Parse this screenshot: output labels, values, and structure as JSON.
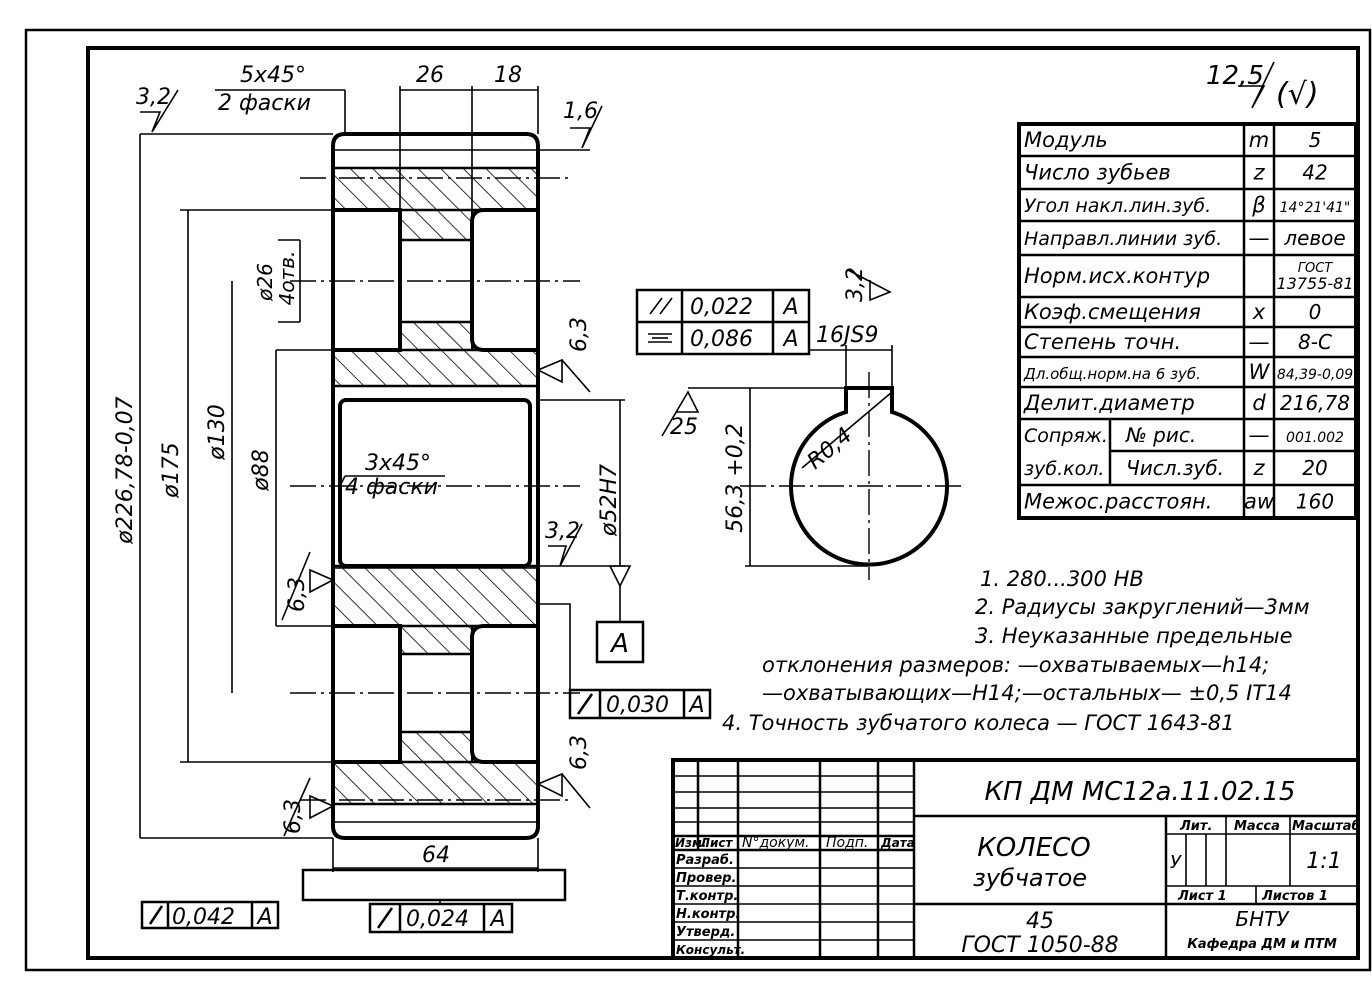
{
  "roughness": {
    "general": "12,5",
    "general_bracket": "(√)"
  },
  "view_left": {
    "chamfer_top_size": "5x45°",
    "chamfer_top_note": "2 фаски",
    "dim_26": "26",
    "dim_18": "18",
    "rough_3_2": "3,2",
    "rough_1_6": "1,6",
    "rough_6_3": "6,3",
    "d_226": "ø226,78-0,07",
    "d_175": "ø175",
    "d_130": "ø130",
    "d_88": "ø88",
    "d_26": "ø26",
    "holes": "4отв.",
    "chamfer_bore_size": "3x45°",
    "chamfer_bore_note": "4 фаски",
    "d_52": "ø52H7",
    "width_64": "64",
    "datum": "A",
    "tol_runout_1": "0,030",
    "tol_runout_2": "0,042",
    "tol_runout_3": "0,024"
  },
  "view_section": {
    "tol_parallel": "0,022",
    "tol_symmetry": "0,086",
    "datum": "A",
    "keyway": "16JS9",
    "rough_3_2": "3,2",
    "rough_25": "25",
    "dim_56": "56,3 +0,2",
    "radius": "R0,4"
  },
  "gear_params": [
    {
      "name": "Модуль",
      "sym": "m",
      "val": "5"
    },
    {
      "name": "Число зубьев",
      "sym": "z",
      "val": "42"
    },
    {
      "name": "Угол накл.лин.зуб.",
      "sym": "β",
      "val": "14°21'41\""
    },
    {
      "name": "Направл.линии зуб.",
      "sym": "—",
      "val": "левое"
    },
    {
      "name": "Норм.исх.контур",
      "sym": "",
      "val": "ГОСТ",
      "val2": "13755-81"
    },
    {
      "name": "Коэф.смещения",
      "sym": "x",
      "val": "0"
    },
    {
      "name": "Степень точн.",
      "sym": "—",
      "val": "8-C"
    },
    {
      "name": "Дл.общ.норм.на 6 зуб.",
      "sym": "W",
      "val": "84,39-0,09"
    },
    {
      "name": "Делит.диаметр",
      "sym": "d",
      "val": "216,78"
    },
    {
      "name": "Сопряж.",
      "name2": "№ рис.",
      "sym": "—",
      "val": "001.002"
    },
    {
      "name": "зуб.кол.",
      "name2": "Числ.зуб.",
      "sym": "z",
      "val": "20"
    },
    {
      "name": "Межос.расстоян.",
      "sym": "aw",
      "val": "160"
    }
  ],
  "notes": [
    "1.  280...300  HB",
    "2.  Радиусы  закруглений—3мм",
    "3.  Неуказанные  предельные",
    "отклонения  размеров: —охватываемых—h14;",
    "—охватывающих—H14;—остальных— ±0,5 IT14",
    "4.  Точность  зубчатого  колеса  —  ГОСТ  1643-81"
  ],
  "title_block": {
    "designation": "КП  ДМ  МС12а.11.02.15",
    "part_name": "КОЛЕСО",
    "part_name2": "зубчатое",
    "material": "45",
    "material_std": "ГОСТ  1050-88",
    "org": "БНТУ",
    "dept": "Кафедра ДМ и ПТМ",
    "lit_label": "Лит.",
    "mass_label": "Масса",
    "scale_label": "Масштаб",
    "scale": "1:1",
    "lit_value": "У",
    "sheet_label": "Лист  1",
    "sheets_label": "Листов  1",
    "cols": [
      "Изм.",
      "Лист",
      "N°докум.",
      "Подп.",
      "Дата"
    ],
    "rows": [
      "Разраб.",
      "Провер.",
      "Т.контр.",
      "Н.контр.",
      "Утверд.",
      "Консульт."
    ]
  }
}
